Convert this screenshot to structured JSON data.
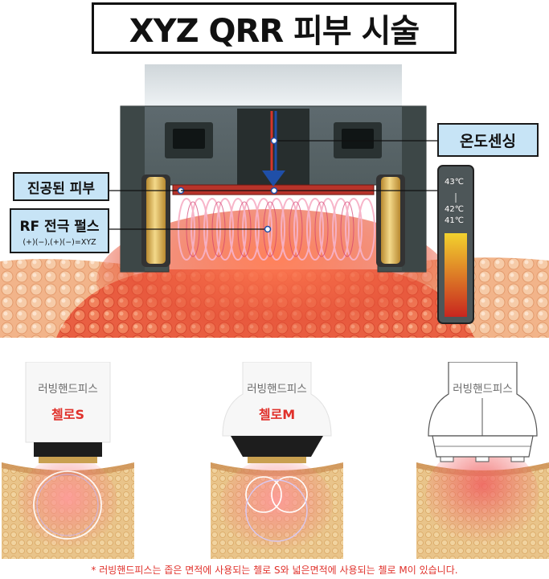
{
  "title": "XYZ QRR 피부 시술",
  "top_diagram": {
    "label_temperature": "온도센싱",
    "label_vacuum": "진공된 피부",
    "label_rf_title": "RF 전극 펄스",
    "label_rf_sub": "(+)(−),(+)(−)=XYZ",
    "thermometer": {
      "temp_top": "43℃",
      "temp_mid": "42℃",
      "temp_low": "41℃",
      "gradient_top": "#f2d22e",
      "gradient_bottom": "#c8261f"
    }
  },
  "panels": [
    {
      "label": "러빙핸드피스",
      "model": "첼로S"
    },
    {
      "label": "러빙핸드피스",
      "model": "첼로M"
    },
    {
      "label": "러빙핸드피스",
      "model": ""
    }
  ],
  "footnote": "* 러빙핸드피스는 좁은 면적에 사용되는 첼로 S와 넓은면적에 사용되는 첼로 M이 있습니다.",
  "colors": {
    "label_bg": "#c7e4f6",
    "accent_red": "#e0312b",
    "skin_red": "#e8553a",
    "arrow_blue": "#1f4fa8",
    "electrode_gold": "#e7c25c"
  }
}
